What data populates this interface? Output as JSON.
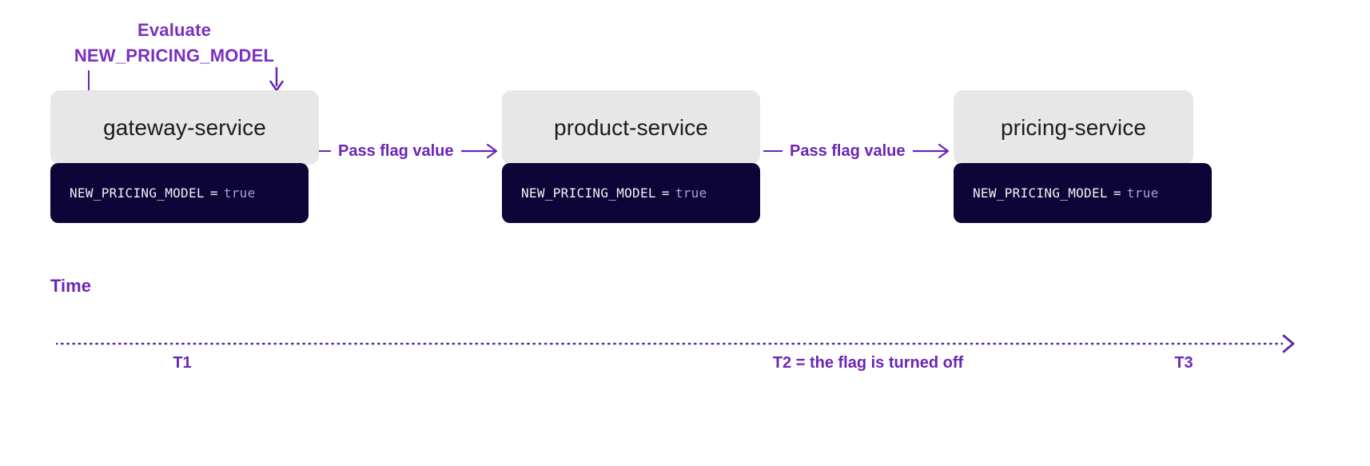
{
  "diagram": {
    "annotation": {
      "line1": "Evaluate",
      "line2": "NEW_PRICING_MODEL",
      "stem_icon": "vertical-line-icon",
      "arrow_icon": "arrow-down-icon"
    },
    "services": [
      {
        "name": "gateway-service",
        "flag_key": "NEW_PRICING_MODEL",
        "operator": "=",
        "flag_value": "true"
      },
      {
        "name": "product-service",
        "flag_key": "NEW_PRICING_MODEL",
        "operator": "=",
        "flag_value": "true"
      },
      {
        "name": "pricing-service",
        "flag_key": "NEW_PRICING_MODEL",
        "operator": "=",
        "flag_value": "true"
      }
    ],
    "connectors": [
      {
        "label": "Pass flag value",
        "arrow_icon": "arrow-right-icon"
      },
      {
        "label": "Pass flag value",
        "arrow_icon": "arrow-right-icon"
      }
    ],
    "timeline": {
      "label": "Time",
      "axis_icon": "dotted-arrow-right-icon",
      "ticks": [
        {
          "label": "T1"
        },
        {
          "label": "T2 = the flag is turned off"
        },
        {
          "label": "T3"
        }
      ]
    },
    "colors": {
      "purple": "#6a26b5",
      "purple_light": "#7b2fbe",
      "code_bg": "#0d0438",
      "code_text": "#f2f2f4",
      "code_value": "#b39ddb",
      "header_bg": "#e7e7e7",
      "page_bg": "#ffffff"
    }
  }
}
